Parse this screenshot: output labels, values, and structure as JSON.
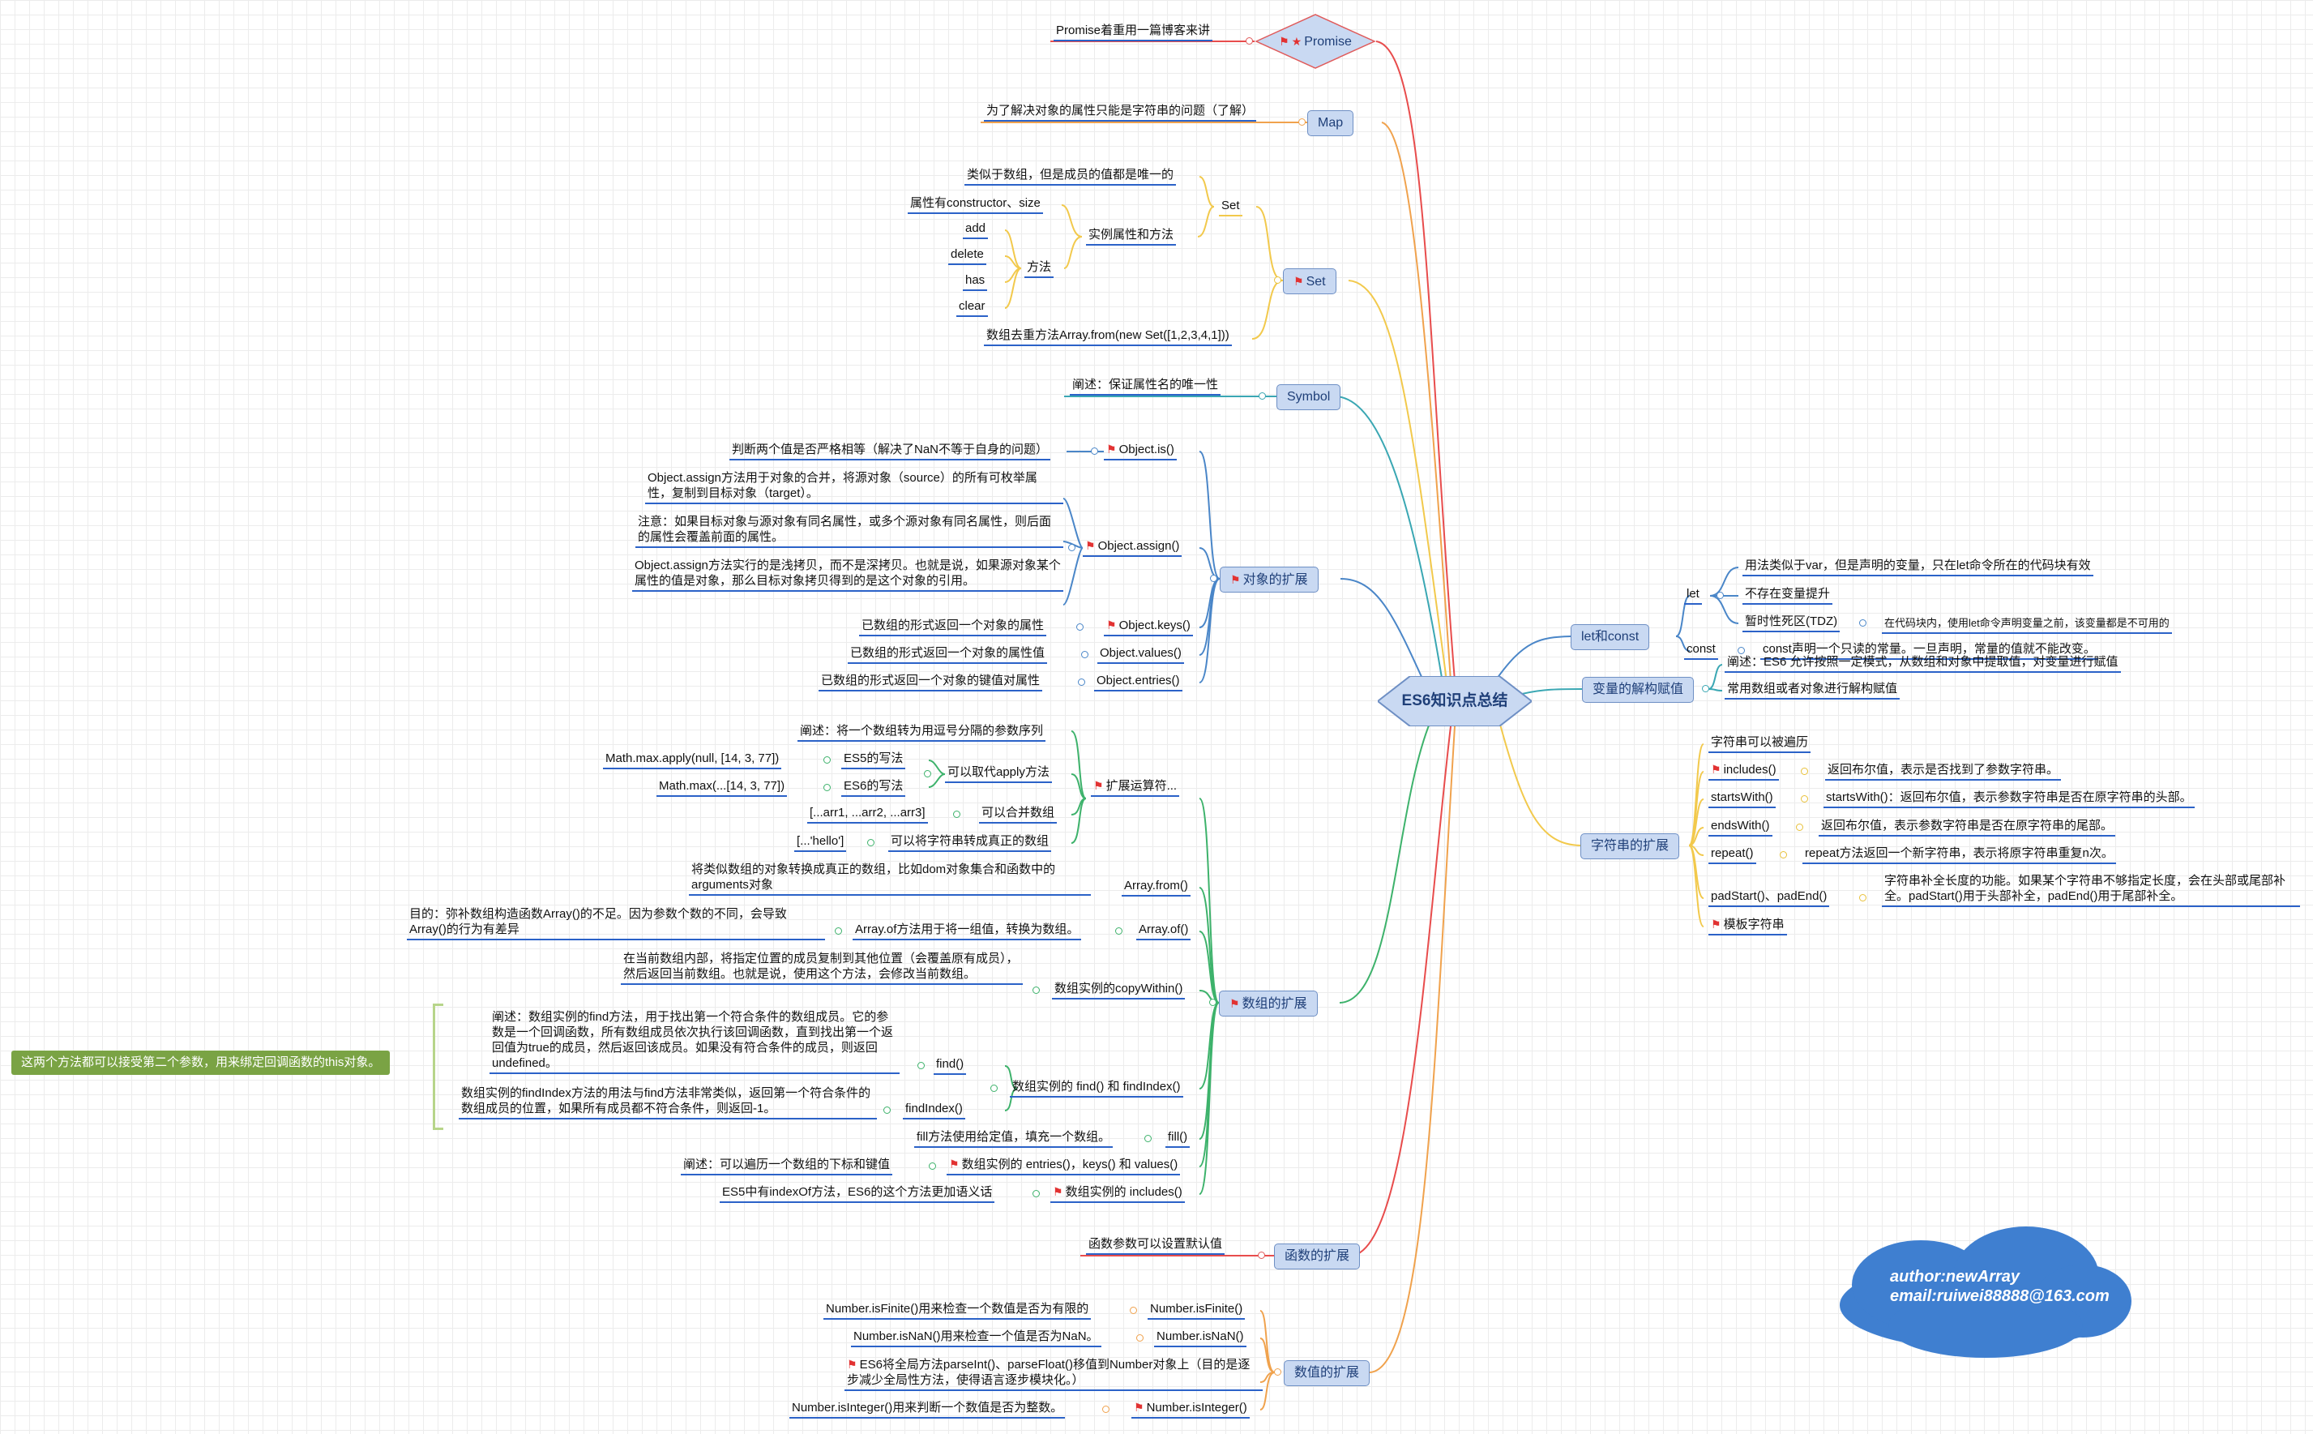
{
  "center": "ES6知识点总结",
  "promise": {
    "label": "Promise",
    "leaf": "Promise着重用一篇博客来讲"
  },
  "map": {
    "label": "Map",
    "leaf": "为了解决对象的属性只能是字符串的问题（了解）"
  },
  "set": {
    "label": "Set",
    "sub": "Set",
    "desc": "类似于数组，但是成员的值都是唯一的",
    "props_group": "实例属性和方法",
    "props": "属性有constructor、size",
    "methods_group": "方法",
    "methods": [
      "add",
      "delete",
      "has",
      "clear"
    ],
    "dedupe": "数组去重方法Array.from(new Set([1,2,3,4,1]))"
  },
  "symbol": {
    "label": "Symbol",
    "leaf": "阐述：保证属性名的唯一性"
  },
  "object": {
    "label": "对象的扩展",
    "is": {
      "label": "Object.is()",
      "leaf": "判断两个值是否严格相等（解决了NaN不等于自身的问题）"
    },
    "assign": {
      "label": "Object.assign()",
      "notes": [
        "Object.assign方法用于对象的合并，将源对象（source）的所有可枚举属性，复制到目标对象（target）。",
        "注意：如果目标对象与源对象有同名属性，或多个源对象有同名属性，则后面的属性会覆盖前面的属性。",
        "Object.assign方法实行的是浅拷贝，而不是深拷贝。也就是说，如果源对象某个属性的值是对象，那么目标对象拷贝得到的是这个对象的引用。"
      ]
    },
    "keys": {
      "label": "Object.keys()",
      "leaf": "已数组的形式返回一个对象的属性"
    },
    "values": {
      "label": "Object.values()",
      "leaf": "已数组的形式返回一个对象的属性值"
    },
    "entries": {
      "label": "Object.entries()",
      "leaf": "已数组的形式返回一个对象的键值对属性"
    }
  },
  "array": {
    "label": "数组的扩展",
    "spread": {
      "label": "扩展运算符...",
      "desc": "阐述：将一个数组转为用逗号分隔的参数序列",
      "apply_group": "可以取代apply方法",
      "es5_label": "ES5的写法",
      "es5_code": "Math.max.apply(null, [14, 3, 77])",
      "es6_label": "ES6的写法",
      "es6_code": "Math.max(...[14, 3, 77])",
      "merge": "可以合并数组",
      "merge_code": "[...arr1, ...arr2, ...arr3]",
      "string": "可以将字符串转成真正的数组",
      "string_code": "[...'hello']"
    },
    "from": {
      "label": "Array.from()",
      "leaf": "将类似数组的对象转换成真正的数组，比如dom对象集合和函数中的arguments对象"
    },
    "of": {
      "label": "Array.of()",
      "leaf": "Array.of方法用于将一组值，转换为数组。",
      "purpose": "目的：弥补数组构造函数Array()的不足。因为参数个数的不同，会导致Array()的行为有差异"
    },
    "copyWithin": {
      "label": "数组实例的copyWithin()",
      "leaf": "在当前数组内部，将指定位置的成员复制到其他位置（会覆盖原有成员），然后返回当前数组。也就是说，使用这个方法，会修改当前数组。"
    },
    "find": {
      "label": "数组实例的 find() 和 findIndex()",
      "find_label": "find()",
      "find_leaf": "阐述：数组实例的find方法，用于找出第一个符合条件的数组成员。它的参数是一个回调函数，所有数组成员依次执行该回调函数，直到找出第一个返回值为true的成员，然后返回该成员。如果没有符合条件的成员，则返回undefined。",
      "findIndex_label": "findIndex()",
      "findIndex_leaf": "数组实例的findIndex方法的用法与find方法非常类似，返回第一个符合条件的数组成员的位置，如果所有成员都不符合条件，则返回-1。",
      "note": "这两个方法都可以接受第二个参数，用来绑定回调函数的this对象。"
    },
    "fill": {
      "label": "fill()",
      "leaf": "fill方法使用给定值，填充一个数组。"
    },
    "entries": {
      "label": "数组实例的 entries()，keys() 和 values()",
      "leaf": "阐述：可以遍历一个数组的下标和键值"
    },
    "includes": {
      "label": "数组实例的 includes()",
      "leaf": "ES5中有indexOf方法，ES6的这个方法更加语义话"
    }
  },
  "func": {
    "label": "函数的扩展",
    "leaf": "函数参数可以设置默认值"
  },
  "number": {
    "label": "数值的扩展",
    "isFinite": {
      "label": "Number.isFinite()",
      "leaf": "Number.isFinite()用来检查一个数值是否为有限的"
    },
    "isNaN": {
      "label": "Number.isNaN()",
      "leaf": "Number.isNaN()用来检查一个值是否为NaN。"
    },
    "global": "ES6将全局方法parseInt()、parseFloat()移值到Number对象上（目的是逐步减少全局性方法，使得语言逐步模块化。）",
    "isInteger": {
      "label": "Number.isInteger()",
      "leaf": "Number.isInteger()用来判断一个数值是否为整数。"
    }
  },
  "letconst": {
    "label": "let和const",
    "let": "let",
    "let_items": [
      "用法类似于var，但是声明的变量，只在let命令所在的代码块有效",
      "不存在变量提升",
      "暂时性死区(TDZ)"
    ],
    "tdz_note": "在代码块内，使用let命令声明变量之前，该变量都是不可用的",
    "const": "const",
    "const_leaf": "const声明一个只读的常量。一旦声明，常量的值就不能改变。"
  },
  "destruct": {
    "label": "变量的解构赋值",
    "items": [
      "阐述：ES6 允许按照一定模式，从数组和对象中提取值，对变量进行赋值",
      "常用数组或者对象进行解构赋值"
    ]
  },
  "string": {
    "label": "字符串的扩展",
    "iter": "字符串可以被遍历",
    "includes": {
      "label": "includes()",
      "leaf": "返回布尔值，表示是否找到了参数字符串。"
    },
    "startsWith": {
      "label": "startsWith()",
      "leaf": "startsWith()：返回布尔值，表示参数字符串是否在原字符串的头部。"
    },
    "endsWith": {
      "label": "endsWith()",
      "leaf": "返回布尔值，表示参数字符串是否在原字符串的尾部。"
    },
    "repeat": {
      "label": "repeat()",
      "leaf": "repeat方法返回一个新字符串，表示将原字符串重复n次。"
    },
    "pad": {
      "label": "padStart()、padEnd()",
      "leaf": "字符串补全长度的功能。如果某个字符串不够指定长度，会在头部或尾部补全。padStart()用于头部补全，padEnd()用于尾部补全。"
    },
    "template": "模板字符串"
  },
  "author": {
    "line1": "author:newArray",
    "line2": "email:ruiwei88888@163.com"
  },
  "colors": {
    "node_fill": "#c9d9f2",
    "node_border": "#6e8fc4",
    "leaf_underline": "#2b62c8",
    "flag": "#e23232",
    "cloud": "#3f7fd0",
    "note_fill": "#7aa344"
  }
}
